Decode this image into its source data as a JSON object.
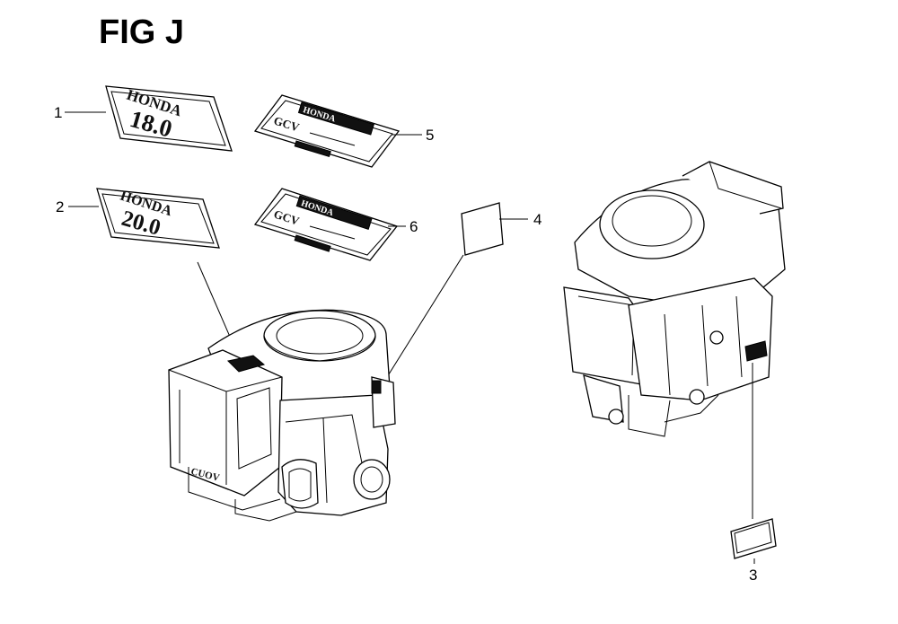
{
  "figure": {
    "title": "FIG J"
  },
  "callouts": [
    {
      "id": "1",
      "label": "1"
    },
    {
      "id": "2",
      "label": "2"
    },
    {
      "id": "3",
      "label": "3"
    },
    {
      "id": "4",
      "label": "4"
    },
    {
      "id": "5",
      "label": "5"
    },
    {
      "id": "6",
      "label": "6"
    }
  ],
  "labels": {
    "plate1": {
      "brand": "HONDA",
      "rating": "18.0"
    },
    "plate2": {
      "brand": "HONDA",
      "rating": "20.0"
    },
    "plate5": {
      "brand": "HONDA",
      "model": "GCV",
      "sub": ""
    },
    "plate6": {
      "brand": "HONDA",
      "model": "GCV",
      "sub": ""
    }
  },
  "engine_left": {
    "code": "CUOV"
  }
}
